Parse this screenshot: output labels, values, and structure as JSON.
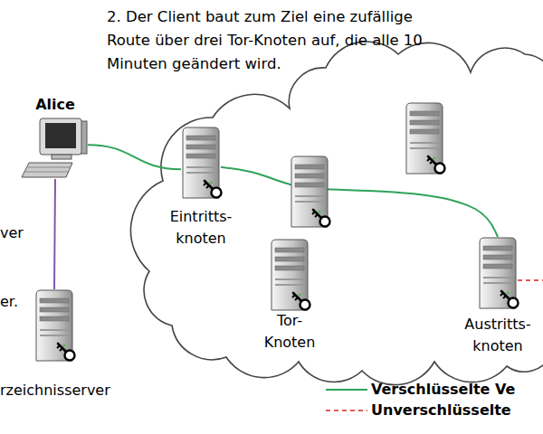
{
  "diagram": {
    "title": "2. Der Client baut zum Ziel eine zufällige Route über drei Tor-Knoten auf, die alle 10 Minuten geändert wird.",
    "nodes": [
      {
        "text": [
          "Alice"
        ]
      },
      {
        "text": [
          "Eintritts- knoten"
        ]
      },
      {
        "text": [
          "Tor- Knoten"
        ]
      },
      {
        "text": [
          "Austritts- knoten"
        ]
      },
      {
        "text": [
          "rzeichnisserver"
        ]
      }
    ],
    "edges": [
      {
        "from": 0,
        "to": 1,
        "arrow": "none"
      },
      {
        "from": 1,
        "to": 3,
        "arrow": "none"
      },
      {
        "from": 0,
        "to": 4,
        "arrow": "none"
      }
    ],
    "labels": [
      "ver",
      "er."
    ],
    "legend": [
      {
        "text": "Verschlüsselte Ve"
      },
      {
        "text": "Unverschlüsselte"
      }
    ]
  }
}
